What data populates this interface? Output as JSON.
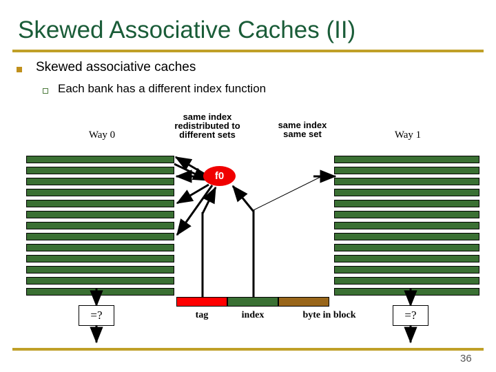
{
  "slide": {
    "title": "Skewed Associative Caches (II)",
    "number": "36",
    "accent_color": "#c0a028",
    "title_color": "#1a5c38"
  },
  "bullets": [
    {
      "level": 1,
      "text": "Skewed associative caches",
      "marker": "filled-square",
      "marker_color": "#c0901c"
    },
    {
      "level": 2,
      "text": "Each bank has a different index function",
      "marker": "hollow-square",
      "marker_color": "#4c7a3c"
    }
  ],
  "diagram": {
    "labels": {
      "way0": "Way 0",
      "redistributed": "same index\nredistributed to\ndifferent sets",
      "same_set": "same index\nsame set",
      "way1": "Way 1"
    },
    "hash_node": {
      "label": "f0",
      "fill": "#f00000",
      "text_color": "#ffffff"
    },
    "banks": {
      "left": {
        "name": "Way 0",
        "line_count": 13,
        "line_color": "#3a7033"
      },
      "right": {
        "name": "Way 1",
        "line_count": 13,
        "line_color": "#3a7033"
      }
    },
    "address": {
      "segments": [
        {
          "label": "tag",
          "color": "#ff0000"
        },
        {
          "label": "index",
          "color": "#3a7033"
        },
        {
          "label": "byte in block",
          "color": "#99661a"
        }
      ]
    },
    "comparators": [
      {
        "id": "left",
        "label": "=?"
      },
      {
        "id": "right",
        "label": "=?"
      }
    ]
  }
}
